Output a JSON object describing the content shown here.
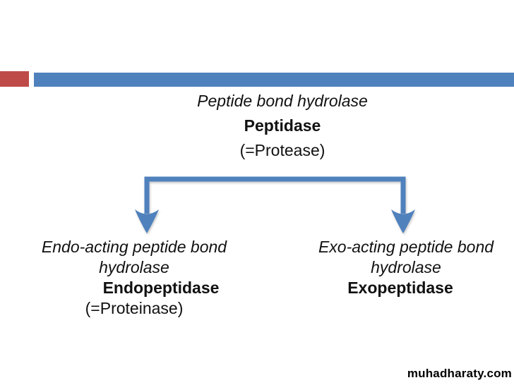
{
  "slide": {
    "colors": {
      "accent_red": "#be4b48",
      "accent_blue": "#4f81bd",
      "text": "#111111"
    },
    "connector": {
      "color": "#4f81bd"
    },
    "title": {
      "italic_line": "Peptide bond hydrolase",
      "bold_line": "Peptidase",
      "paren_line": "(=Protease)"
    },
    "left_branch": {
      "italic_line1": "Endo-acting peptide bond",
      "italic_line2": "hydrolase",
      "bold_line": "Endopeptidase",
      "paren_line": "(=Proteinase)"
    },
    "right_branch": {
      "italic_line1": "Exo-acting peptide bond",
      "italic_line2": "hydrolase",
      "bold_line": "Exopeptidase"
    },
    "watermark": "muhadharaty.com"
  }
}
